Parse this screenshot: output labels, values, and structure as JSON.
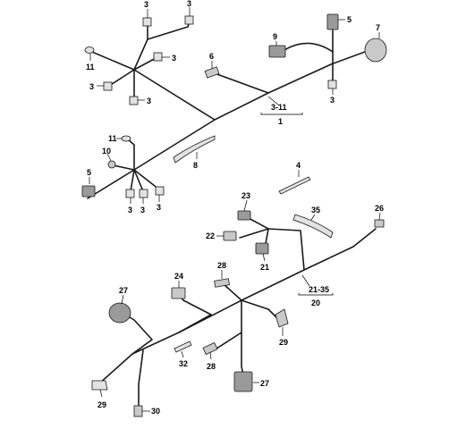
{
  "labels": {
    "l3a": "3",
    "l3b": "3",
    "l3c": "3",
    "l3d": "3",
    "l3e": "3",
    "l3f": "3",
    "l3g": "3",
    "l3h": "3",
    "l3i": "3",
    "l5a": "5",
    "l5b": "5",
    "l6": "6",
    "l7": "7",
    "l8": "8",
    "l9": "9",
    "l10": "10",
    "l11a": "11",
    "l11b": "11",
    "l1": "1",
    "r311": "3-11",
    "l4": "4",
    "l20": "20",
    "r2135": "21-35",
    "l21": "21",
    "l22": "22",
    "l23": "23",
    "l24": "24",
    "l26": "26",
    "l27a": "27",
    "l27b": "27",
    "l28a": "28",
    "l28b": "28",
    "l29a": "29",
    "l29b": "29",
    "l30": "30",
    "l32": "32",
    "l35": "35"
  }
}
